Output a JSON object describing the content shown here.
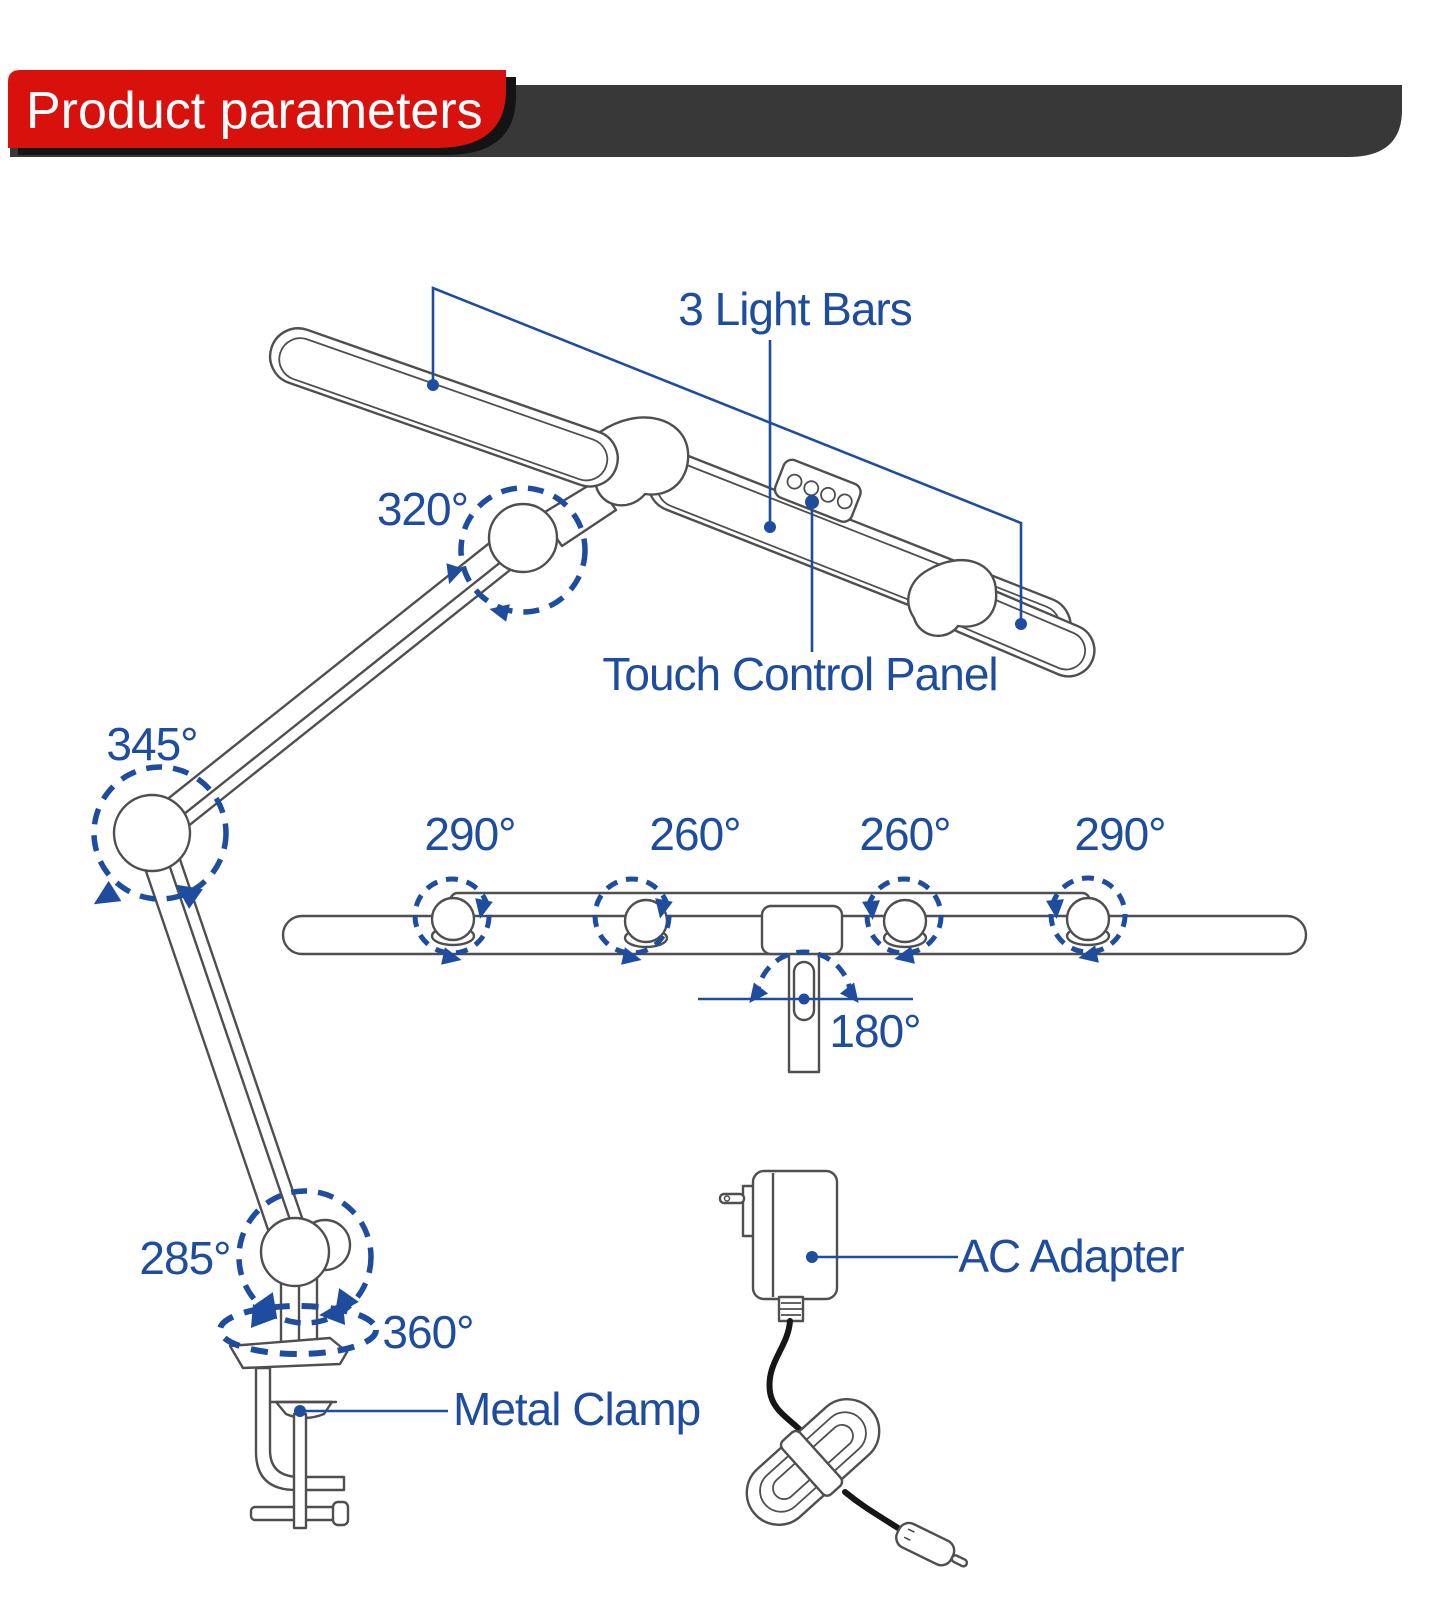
{
  "header": {
    "title": "Product parameters"
  },
  "diagram": {
    "labels": {
      "light_bars": "3 Light Bars",
      "touch_control": "Touch Control Panel",
      "metal_clamp": "Metal Clamp",
      "ac_adapter": "AC Adapter"
    },
    "angles": {
      "upper_joint": "320°",
      "elbow_joint": "345°",
      "bar_outer_left": "290°",
      "bar_inner_left": "260°",
      "bar_inner_right": "260°",
      "bar_outer_right": "290°",
      "head_rotation": "180°",
      "base_joint": "285°",
      "base_rotation": "360°"
    },
    "colors": {
      "annotation_blue": "#1e4c9f",
      "linework_gray": "#4f4f4f",
      "banner_red": "#d8110d",
      "band_dark": "#383838"
    }
  }
}
